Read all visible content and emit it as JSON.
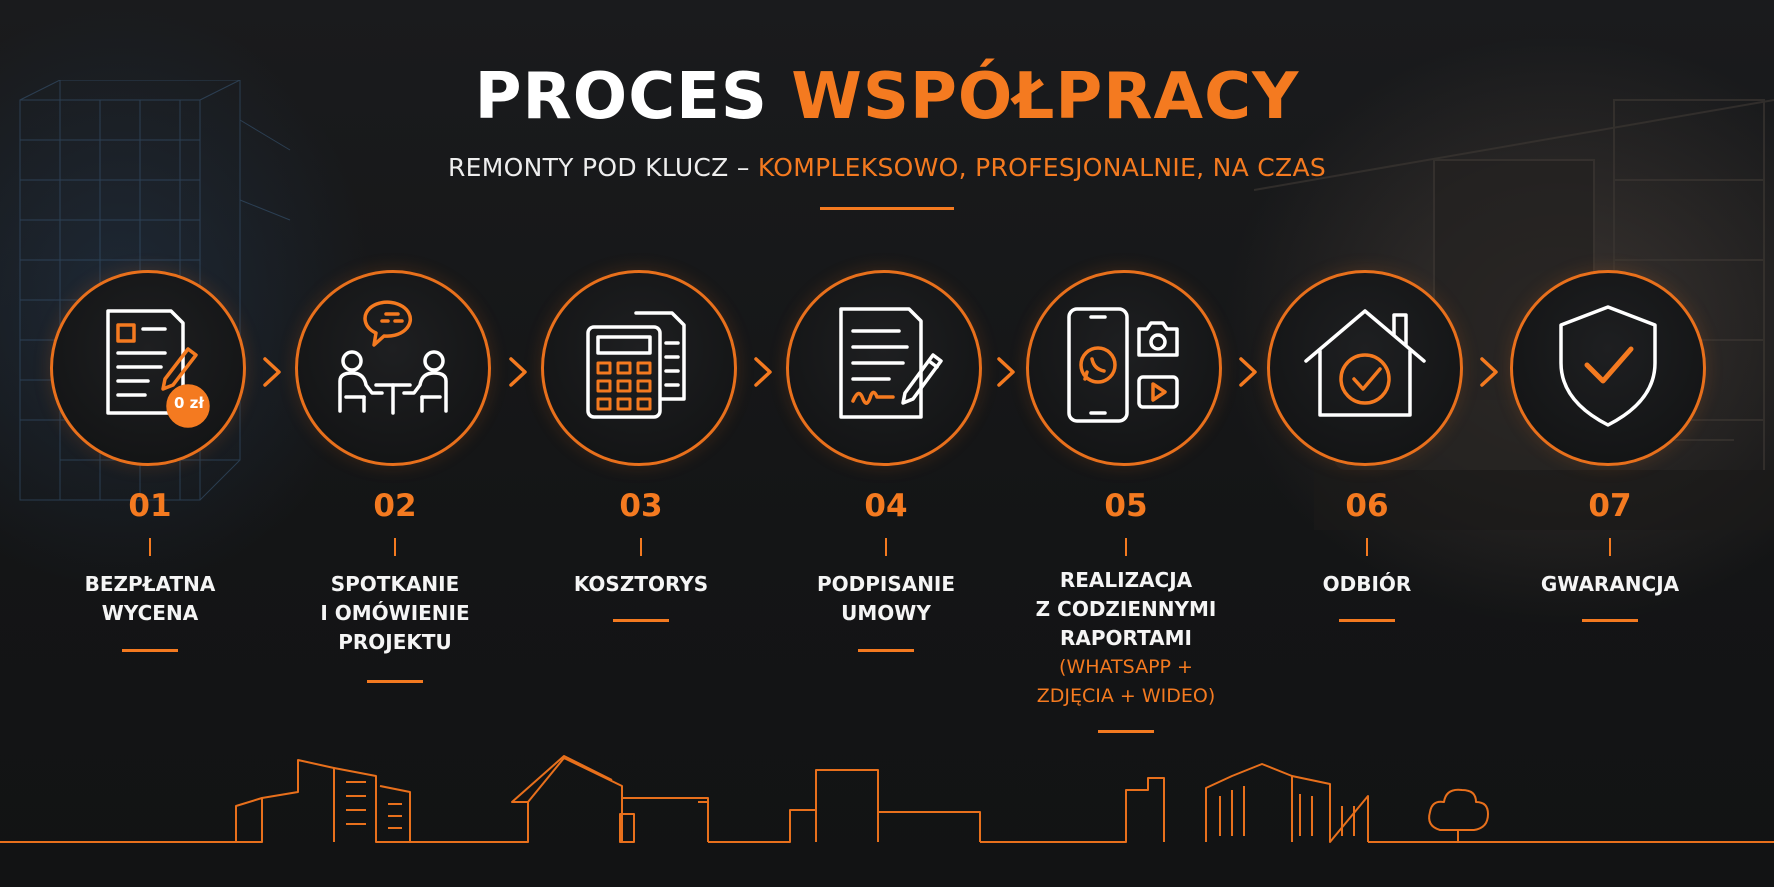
{
  "title": {
    "part1": "PROCES ",
    "part2": "WSPÓŁPRACY"
  },
  "subtitle": {
    "part1": "REMONTY POD KLUCZ – ",
    "part2": "KOMPLEKSOWO, PROFESJONALNIE, NA CZAS"
  },
  "badge": "0 zł",
  "steps": [
    {
      "num": "01",
      "line1": "BEZPŁATNA",
      "line2": "WYCENA",
      "icon": "document-quote-icon"
    },
    {
      "num": "02",
      "line1": "SPOTKANIE",
      "line2": "I OMÓWIENIE",
      "line3": "PROJEKTU",
      "icon": "meeting-icon"
    },
    {
      "num": "03",
      "line1": "KOSZTORYS",
      "icon": "calculator-icon"
    },
    {
      "num": "04",
      "line1": "PODPISANIE",
      "line2": "UMOWY",
      "icon": "contract-sign-icon"
    },
    {
      "num": "05",
      "line1": "REALIZACJA",
      "line2": "Z CODZIENNYMI",
      "line3": "RAPORTAMI",
      "note1": "(WHATSAPP +",
      "note2": "ZDJĘCIA + WIDEO)",
      "icon": "phone-report-icon"
    },
    {
      "num": "06",
      "line1": "ODBIÓR",
      "icon": "house-check-icon"
    },
    {
      "num": "07",
      "line1": "GWARANCJA",
      "icon": "shield-check-icon"
    }
  ],
  "colors": {
    "accent": "#f47a20",
    "background": "#141516",
    "text": "#ffffff"
  }
}
